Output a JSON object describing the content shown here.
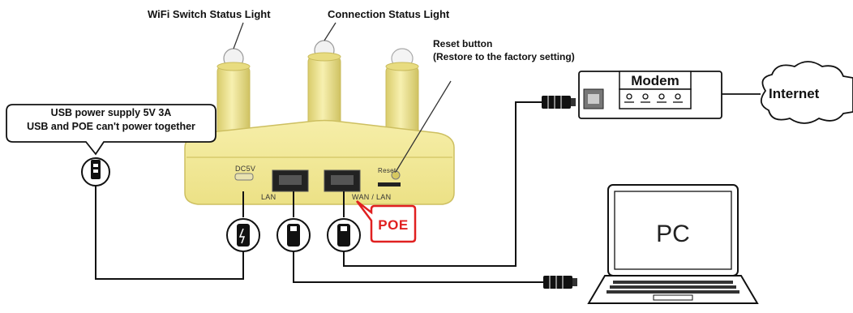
{
  "labels": {
    "wifi_light": "WiFi Switch Status Light",
    "connection_light": "Connection Status Light",
    "reset_line1": "Reset button",
    "reset_line2": "(Restore to the factory setting)",
    "usb_line1": "USB power supply 5V 3A",
    "usb_line2": "USB and POE can't power together",
    "dc_port": "DC5V",
    "lan_port": "LAN",
    "wan_port": "WAN / LAN",
    "reset_port": "Reset",
    "poe": "POE",
    "modem": "Modem",
    "internet": "Internet",
    "pc": "PC"
  },
  "colors": {
    "router_body": "#f3ea9a",
    "router_shade": "#e3d77a",
    "poe_red": "#e02020",
    "line": "#111111"
  }
}
